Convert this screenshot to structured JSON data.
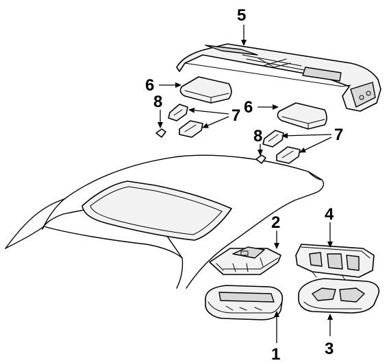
{
  "diagram": {
    "callouts": [
      {
        "id": "c1",
        "text": "1"
      },
      {
        "id": "c2",
        "text": "2"
      },
      {
        "id": "c3",
        "text": "3"
      },
      {
        "id": "c4",
        "text": "4"
      },
      {
        "id": "c5",
        "text": "5"
      },
      {
        "id": "c6a",
        "text": "6"
      },
      {
        "id": "c6b",
        "text": "6"
      },
      {
        "id": "c7a",
        "text": "7"
      },
      {
        "id": "c7b",
        "text": "7"
      },
      {
        "id": "c8a",
        "text": "8"
      },
      {
        "id": "c8b",
        "text": "8"
      }
    ],
    "parts": [
      {
        "id": "p1",
        "icon": "overhead-console-lamp-icon"
      },
      {
        "id": "p2",
        "icon": "console-bracket-icon"
      },
      {
        "id": "p3",
        "icon": "console-bezel-icon"
      },
      {
        "id": "p4",
        "icon": "console-housing-icon"
      },
      {
        "id": "p5",
        "icon": "roof-console-frame-icon"
      },
      {
        "id": "p6",
        "icon": "dome-lamp-icon"
      },
      {
        "id": "p7",
        "icon": "lamp-socket-icon"
      },
      {
        "id": "p8",
        "icon": "bulb-icon"
      },
      {
        "id": "roof",
        "icon": "vehicle-roof-icon"
      }
    ]
  }
}
